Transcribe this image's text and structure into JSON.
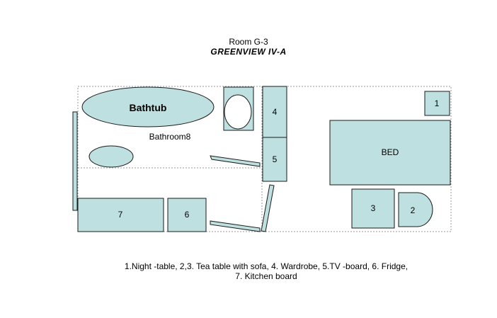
{
  "header": {
    "room": "Room G-3",
    "building": "GREENVIEW IV-A"
  },
  "labels": {
    "bathtub": "Bathtub",
    "bathroom": "Bathroom8",
    "bed": "BED",
    "item1": "1",
    "item2": "2",
    "item3": "3",
    "item4": "4",
    "item5": "5",
    "item6": "6",
    "item7": "7"
  },
  "legend": {
    "line1": "1.Night -table, 2,3. Tea table with sofa, 4. Wardrobe, 5.TV -board, 6. Fridge,",
    "line2": "7. Kitchen board"
  },
  "colors": {
    "fill": "#bfe0e0",
    "stroke": "#1a1a1a",
    "wall": "#888888"
  }
}
